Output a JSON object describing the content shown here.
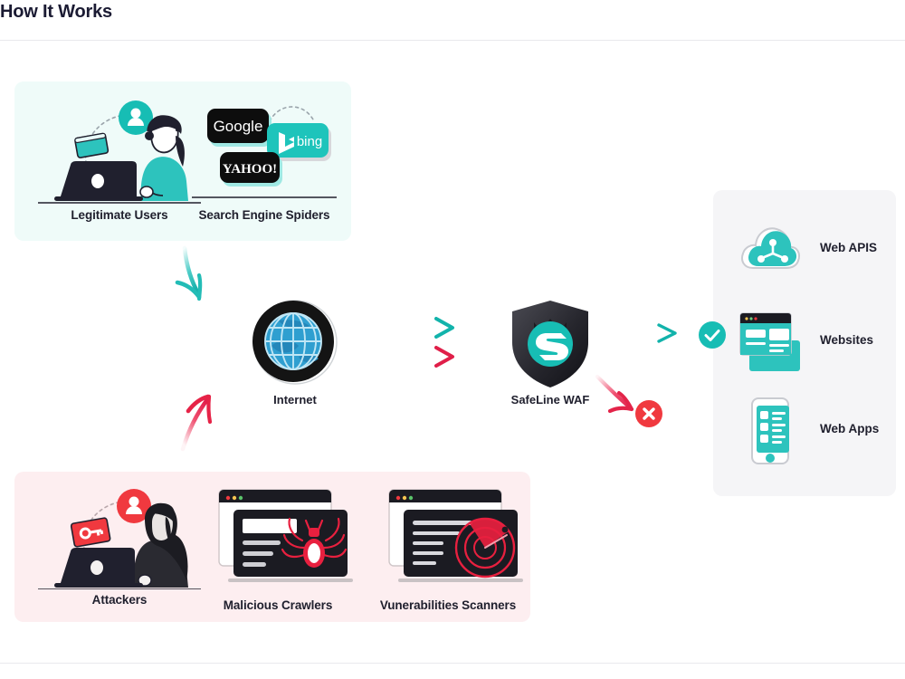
{
  "page": {
    "title": "How It Works"
  },
  "panels": {
    "legitimate": {
      "background": "#effbf9",
      "items": [
        {
          "label": "Legitimate Users",
          "icon": "person-at-laptop-icon"
        },
        {
          "label": "Search Engine Spiders",
          "icon": "search-engine-badges-icon"
        }
      ],
      "search_engines": [
        {
          "name": "Google",
          "style": "dark"
        },
        {
          "name": "bing",
          "style": "teal"
        },
        {
          "name": "YAHOO!",
          "style": "dark"
        }
      ]
    },
    "threat": {
      "background": "#fdeef0",
      "items": [
        {
          "label": "Attackers",
          "icon": "hooded-attacker-at-laptop-icon"
        },
        {
          "label": "Malicious Crawlers",
          "icon": "spider-browser-icon"
        },
        {
          "label": "Vunerabilities Scanners",
          "icon": "radar-scanner-browser-icon"
        }
      ]
    },
    "assets": {
      "background": "#f5f5f7",
      "items": [
        {
          "label": "Web APIS",
          "icon": "cloud-api-icon"
        },
        {
          "label": "Websites",
          "icon": "browser-window-icon"
        },
        {
          "label": "Web Apps",
          "icon": "mobile-phone-icon"
        }
      ]
    }
  },
  "nodes": {
    "internet": {
      "label": "Internet",
      "icon": "globe-icon"
    },
    "safeline": {
      "label": "SafeLine WAF",
      "icon": "shield-logo-icon"
    }
  },
  "marks": {
    "allow": {
      "icon": "check-circle-icon",
      "meaning": "allowed"
    },
    "block": {
      "icon": "x-circle-icon",
      "meaning": "blocked"
    }
  },
  "flows": [
    {
      "name": "legitimate-to-internet",
      "icon": "curved-arrow-down-icon",
      "color": "#2dc3bd"
    },
    {
      "name": "threat-to-internet",
      "icon": "curved-arrow-up-icon",
      "color": "#ec2f55"
    },
    {
      "name": "internet-to-waf-allowed",
      "icon": "arrow-right-icon",
      "color": "#19c0b8"
    },
    {
      "name": "internet-to-waf-blocked",
      "icon": "arrow-right-icon",
      "color": "#ec2f55"
    },
    {
      "name": "waf-to-assets-allowed",
      "icon": "arrow-right-icon",
      "color": "#19c0b8"
    },
    {
      "name": "waf-blocked-drop",
      "icon": "curved-arrow-down-right-icon",
      "color": "#ec2f55"
    }
  ],
  "colors": {
    "teal": "#17bdb4",
    "teal_dark": "#0fa79f",
    "red": "#f0393f",
    "crimson": "#ec2f55",
    "ink": "#20202e",
    "panel_mint": "#effbf9",
    "panel_pink": "#fdeef0",
    "panel_gray": "#f5f5f7"
  }
}
